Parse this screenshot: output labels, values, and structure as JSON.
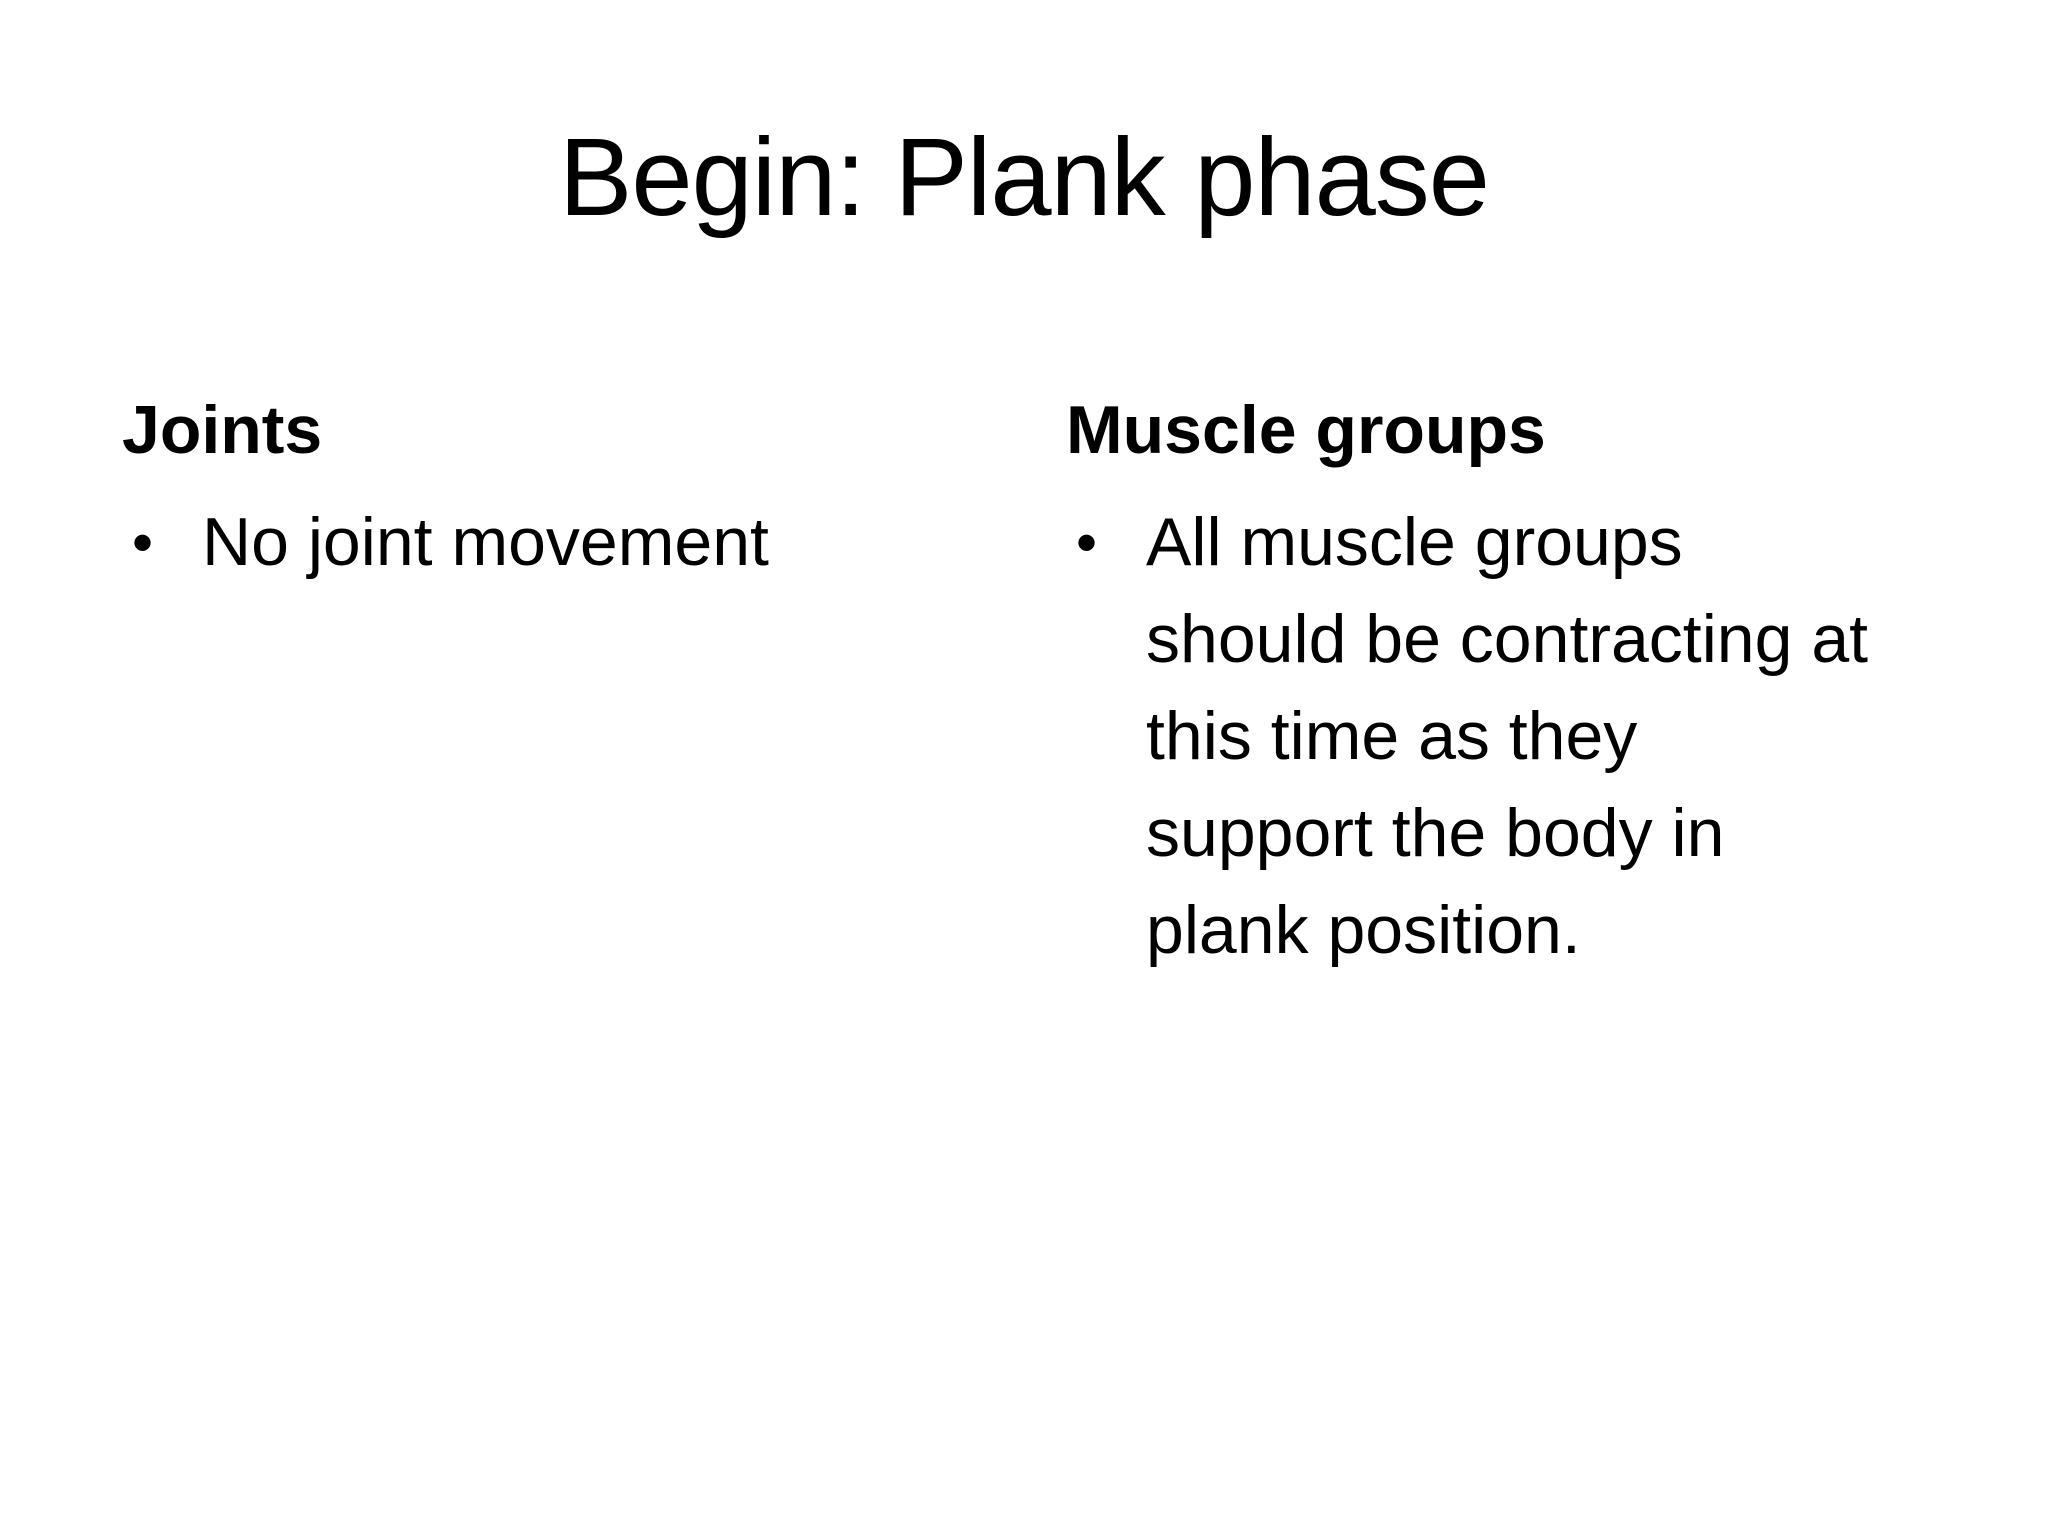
{
  "slide": {
    "title": "Begin: Plank phase",
    "bullet_glyph": "•",
    "text_color": "#000000",
    "background_color": "#ffffff",
    "columns": [
      {
        "heading": "Joints",
        "bullets": [
          "No joint movement"
        ]
      },
      {
        "heading": "Muscle groups",
        "bullets": [
          "All muscle groups\nshould be contracting at\nthis time as they\nsupport the body in\nplank position."
        ]
      }
    ]
  }
}
